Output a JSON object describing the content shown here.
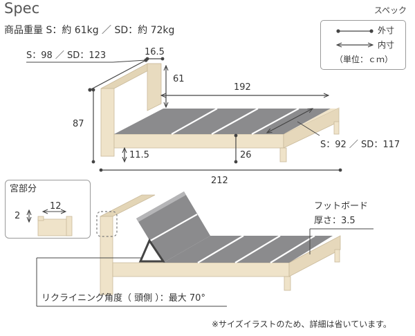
{
  "header": {
    "title": "Spec",
    "title_ja": "スペック",
    "weight": "商品重量 S：約 61kg ／ SD：約 72kg"
  },
  "legend": {
    "outer": "外寸",
    "inner": "内寸",
    "unit": "（単位：ｃｍ）"
  },
  "dimensions": {
    "width_label": "S：98 ／ SD：123",
    "headboard_depth": "16.5",
    "headboard_above_slats": "61",
    "inner_length": "192",
    "height": "87",
    "leg_clearance": "11.5",
    "slat_height": "26",
    "inner_width": "S：92 ／ SD：117",
    "length": "212"
  },
  "inset": {
    "title": "宮部分",
    "dim_w": "12",
    "dim_h": "2"
  },
  "footboard": {
    "label_line1": "フットボード",
    "label_line2": "厚さ：3.5"
  },
  "recline": {
    "label": "リクライニング角度（ 頭側 ）：最大 70°"
  },
  "note": "※サイズイラストのため、詳細は省いています。",
  "colors": {
    "frame": "#efe3c9",
    "slats": "#8b8b8d",
    "text": "#333333"
  }
}
